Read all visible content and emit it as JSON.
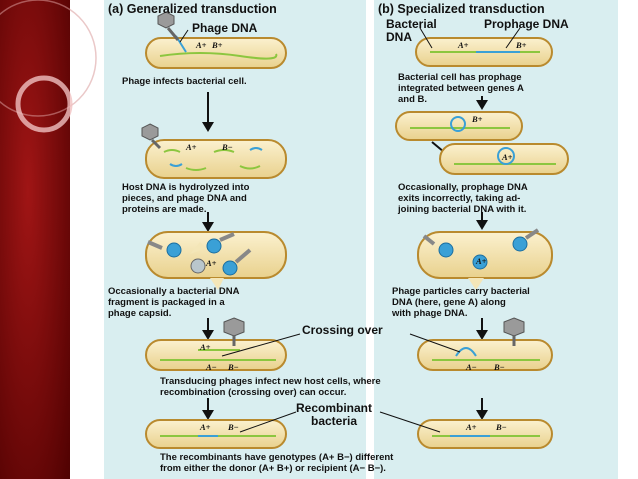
{
  "titles": {
    "left": "(a) Generalized transduction",
    "right": "(b) Specialized transduction"
  },
  "labels": {
    "phage_dna": "Phage DNA",
    "bacterial_dna": "Bacterial\nDNA",
    "prophage_dna": "Prophage DNA",
    "crossing_over": "Crossing over",
    "recombinant": "Recombinant\nbacteria"
  },
  "captions": {
    "left_1": "Phage infects bacterial cell.",
    "left_2": "Host DNA is hydrolyzed into\npieces, and phage DNA and\nproteins are made.",
    "left_3": "Occasionally a bacterial DNA\nfragment is packaged in a\nphage capsid.",
    "right_1": "Bacterial cell has prophage\nintegrated between genes A\nand B.",
    "right_2": "Occasionally, prophage DNA\nexits incorrectly, taking ad-\njoining bacterial DNA with it.",
    "right_3": "Phage particles carry bacterial\nDNA (here, gene A) along\nwith phage DNA.",
    "shared_1": "Transducing phages infect new host cells, where\nrecombination (crossing over) can occur.",
    "shared_2": "The recombinants have genotypes (A+ B−) different\nfrom either the donor (A+ B+) or recipient (A− B−)."
  },
  "genes": {
    "a_plus": "A+",
    "b_plus": "B+",
    "a_minus": "A−",
    "b_minus": "B−"
  },
  "colors": {
    "panel_bg": "#d9eef0",
    "sidebar_dark": "#5a0000",
    "sidebar_mid": "#8b0a0a",
    "cell_fill": "#f4e6b8",
    "cell_border": "#b98a2e",
    "dna_blue": "#3aa0d6",
    "dna_green": "#8cc63f",
    "phage_gray": "#9a9a9a"
  }
}
